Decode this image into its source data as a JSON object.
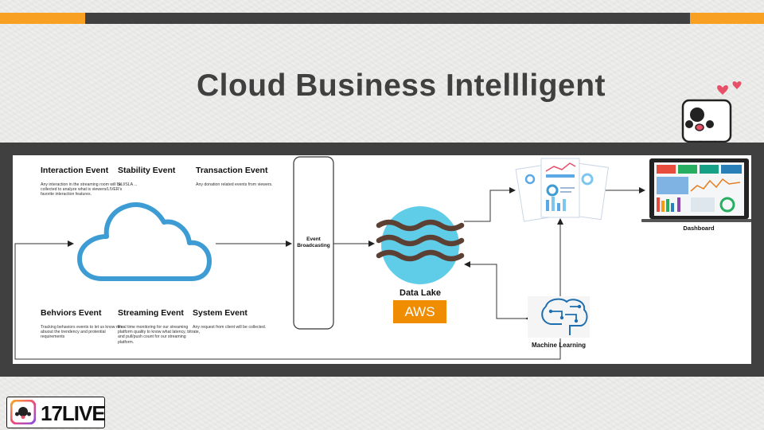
{
  "slide": {
    "title": "Cloud Business Intellligent"
  },
  "events": [
    {
      "title": "Interaction Event",
      "description": "Any interaction in the streaming room will be collected to analyze what is viewers/LIVER's favorite interaction features."
    },
    {
      "title": "Stability Event",
      "description": "SLI/SLA ..."
    },
    {
      "title": "Transaction Event",
      "description": "Any donation related events from viewers."
    },
    {
      "title": "Behviors Event",
      "description": "Tracking behaviors events to let us know mre abuout the trendency and protential requirements"
    },
    {
      "title": "Streaming Event",
      "description": "Real time monitoring for our streaming platform quality to know what latency, bitrate, and pull/push count for our streaming platform."
    },
    {
      "title": "System Event",
      "description": "Any request from client will be collected."
    }
  ],
  "flow": {
    "broadcast_line1": "Event",
    "broadcast_line2": "Broadcasting",
    "data_lake": "Data Lake",
    "aws": "AWS",
    "machine_learning": "Machine Learning",
    "dashboard": "Dashboard"
  },
  "brand": {
    "logo_text": "17LIVE",
    "accent_color": "#f7a021",
    "dark_color": "#404040",
    "cloud_color": "#3e9cd4",
    "lake_color": "#5fcde8",
    "aws_color": "#f08c00"
  }
}
